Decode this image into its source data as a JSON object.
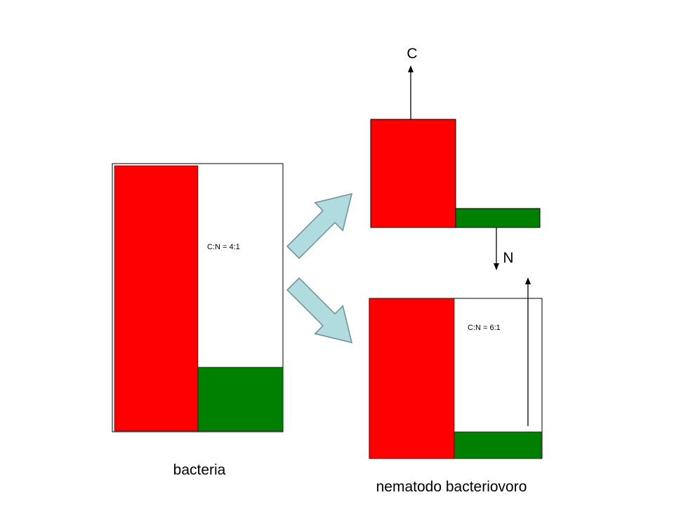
{
  "labels": {
    "bacteria_ratio": "C:N = 4:1",
    "nematode_ratio": "C:N = 6:1",
    "bacteria_caption": "bacteria",
    "nematode_caption": "nematodo bacteriovoro",
    "carbon": "C",
    "nitrogen": "N"
  },
  "colors": {
    "carbon_fill": "#ff0000",
    "nitrogen_fill": "#008000",
    "flow_arrow_fill": "#b0dce0",
    "flow_arrow_stroke": "#6f8f98",
    "outline": "#000000"
  }
}
